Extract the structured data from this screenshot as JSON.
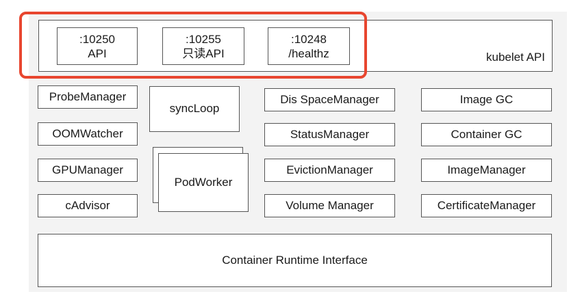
{
  "api": {
    "port1_number": ":10250",
    "port1_label": "API",
    "port2_number": ":10255",
    "port2_label": "只读API",
    "port3_number": ":10248",
    "port3_label": "/healthz",
    "title": "kubelet API"
  },
  "left_components": [
    "ProbeManager",
    "OOMWatcher",
    "GPUManager",
    "cAdvisor"
  ],
  "sync_loop": "syncLoop",
  "pod_worker": "PodWorker",
  "middle_components": [
    "Dis  SpaceManager",
    "StatusManager",
    "EvictionManager",
    "Volume Manager"
  ],
  "right_components": [
    "Image GC",
    "Container GC",
    "ImageManager",
    "CertificateManager"
  ],
  "runtime_interface": "Container Runtime Interface",
  "colors": {
    "highlight": "#e8462f",
    "panel": "#f3f3f3",
    "border": "#555555"
  }
}
